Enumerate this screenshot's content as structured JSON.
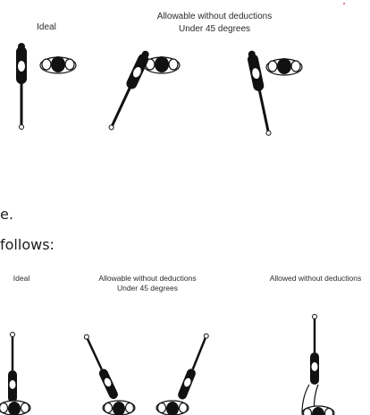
{
  "figure_top": {
    "caption_ideal": "Ideal",
    "caption_allowable": "Allowable without deductions",
    "caption_angle": "Under 45 degrees"
  },
  "text": {
    "line1": "e.",
    "line2": "follows:"
  },
  "figure_bottom": {
    "caption_ideal": "Ideal",
    "caption_allowable": "Allowable without deductions",
    "caption_angle": "Under 45 degrees",
    "caption_allowed": "Allowed without deductions"
  },
  "colors": {
    "ink": "#111111",
    "accent_dot": "#e74c4c"
  }
}
